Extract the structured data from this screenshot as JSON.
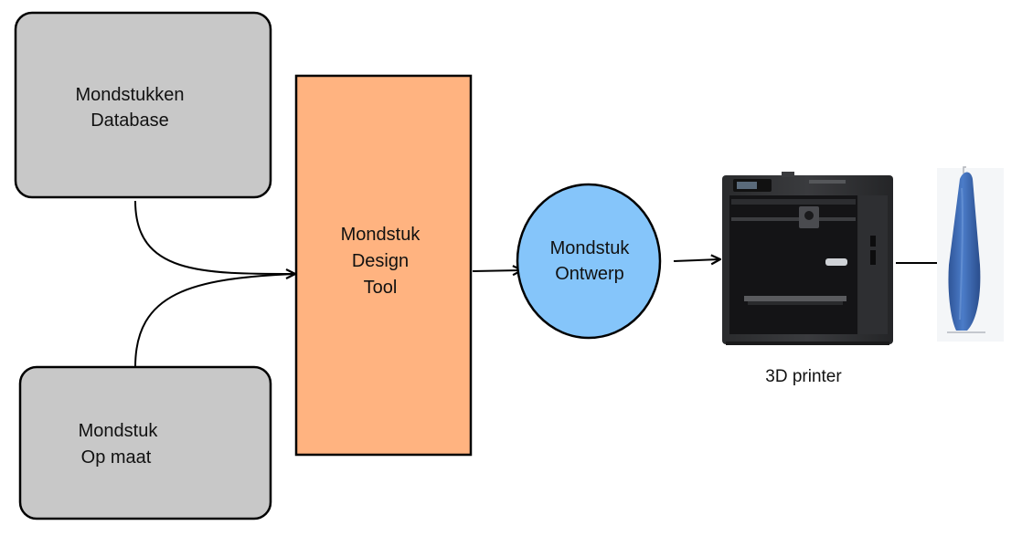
{
  "nodes": {
    "database": {
      "line1": "Mondstukken",
      "line2": "Database"
    },
    "custom": {
      "line1": "Mondstuk",
      "line2": "Op maat"
    },
    "design_tool": {
      "line1": "Mondstuk",
      "line2": "Design",
      "line3": "Tool"
    },
    "design": {
      "line1": "Mondstuk",
      "line2": "Ontwerp"
    },
    "printer": {
      "caption": "3D printer"
    }
  },
  "colors": {
    "input_box": "#c8c8c8",
    "design_tool": "#ffb380",
    "design_circle": "#85c5fa",
    "printed_part": "#3f6db8",
    "stroke": "#000000"
  },
  "icons": {
    "printer": "3d-printer-icon",
    "output": "printed-mouthpiece-icon"
  }
}
